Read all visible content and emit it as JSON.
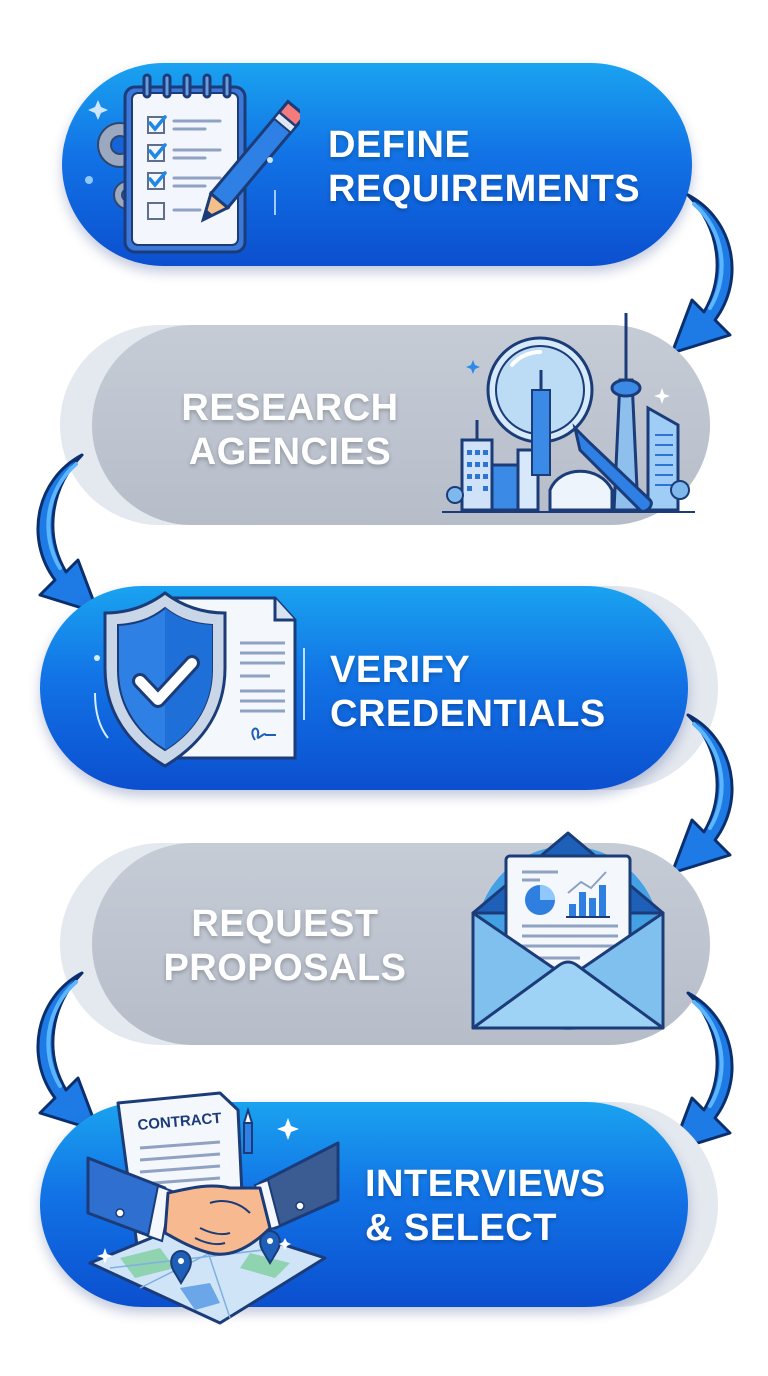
{
  "diagram": {
    "type": "process-flow",
    "direction": "top-to-bottom",
    "colors": {
      "blue_pill": "#1273e6",
      "blue_pill_light": "#1aa3f0",
      "blue_pill_dark": "#0b4fcf",
      "gray_pill": "#b9c0cb",
      "pill_shadow": "#e4e8ef",
      "arrow": "#1e7be6",
      "arrow_outline": "#0b2f6e",
      "text": "#ffffff"
    },
    "steps": [
      {
        "index": 1,
        "line1": "DEFINE",
        "line2": "REQUIREMENTS",
        "style": "blue",
        "icon": "checklist-notepad-pencil-icon"
      },
      {
        "index": 2,
        "line1": "RESEARCH",
        "line2": "AGENCIES",
        "style": "gray",
        "icon": "magnifier-city-skyline-icon"
      },
      {
        "index": 3,
        "line1": "VERIFY",
        "line2": "CREDENTIALS",
        "style": "blue",
        "icon": "shield-check-document-icon"
      },
      {
        "index": 4,
        "line1": "REQUEST",
        "line2": "PROPOSALS",
        "style": "gray",
        "icon": "envelope-report-icon"
      },
      {
        "index": 5,
        "line1": "INTERVIEWS",
        "line2": "& SELECT",
        "style": "blue",
        "icon": "handshake-contract-map-icon",
        "contract_label": "CONTRACT"
      }
    ],
    "connectors": [
      {
        "from": 1,
        "to": 2,
        "side": "right"
      },
      {
        "from": 2,
        "to": 3,
        "side": "left"
      },
      {
        "from": 3,
        "to": 4,
        "side": "right"
      },
      {
        "from": 4,
        "to": 5,
        "side": "left"
      },
      {
        "from": 4,
        "to": 5,
        "side": "right"
      }
    ]
  }
}
